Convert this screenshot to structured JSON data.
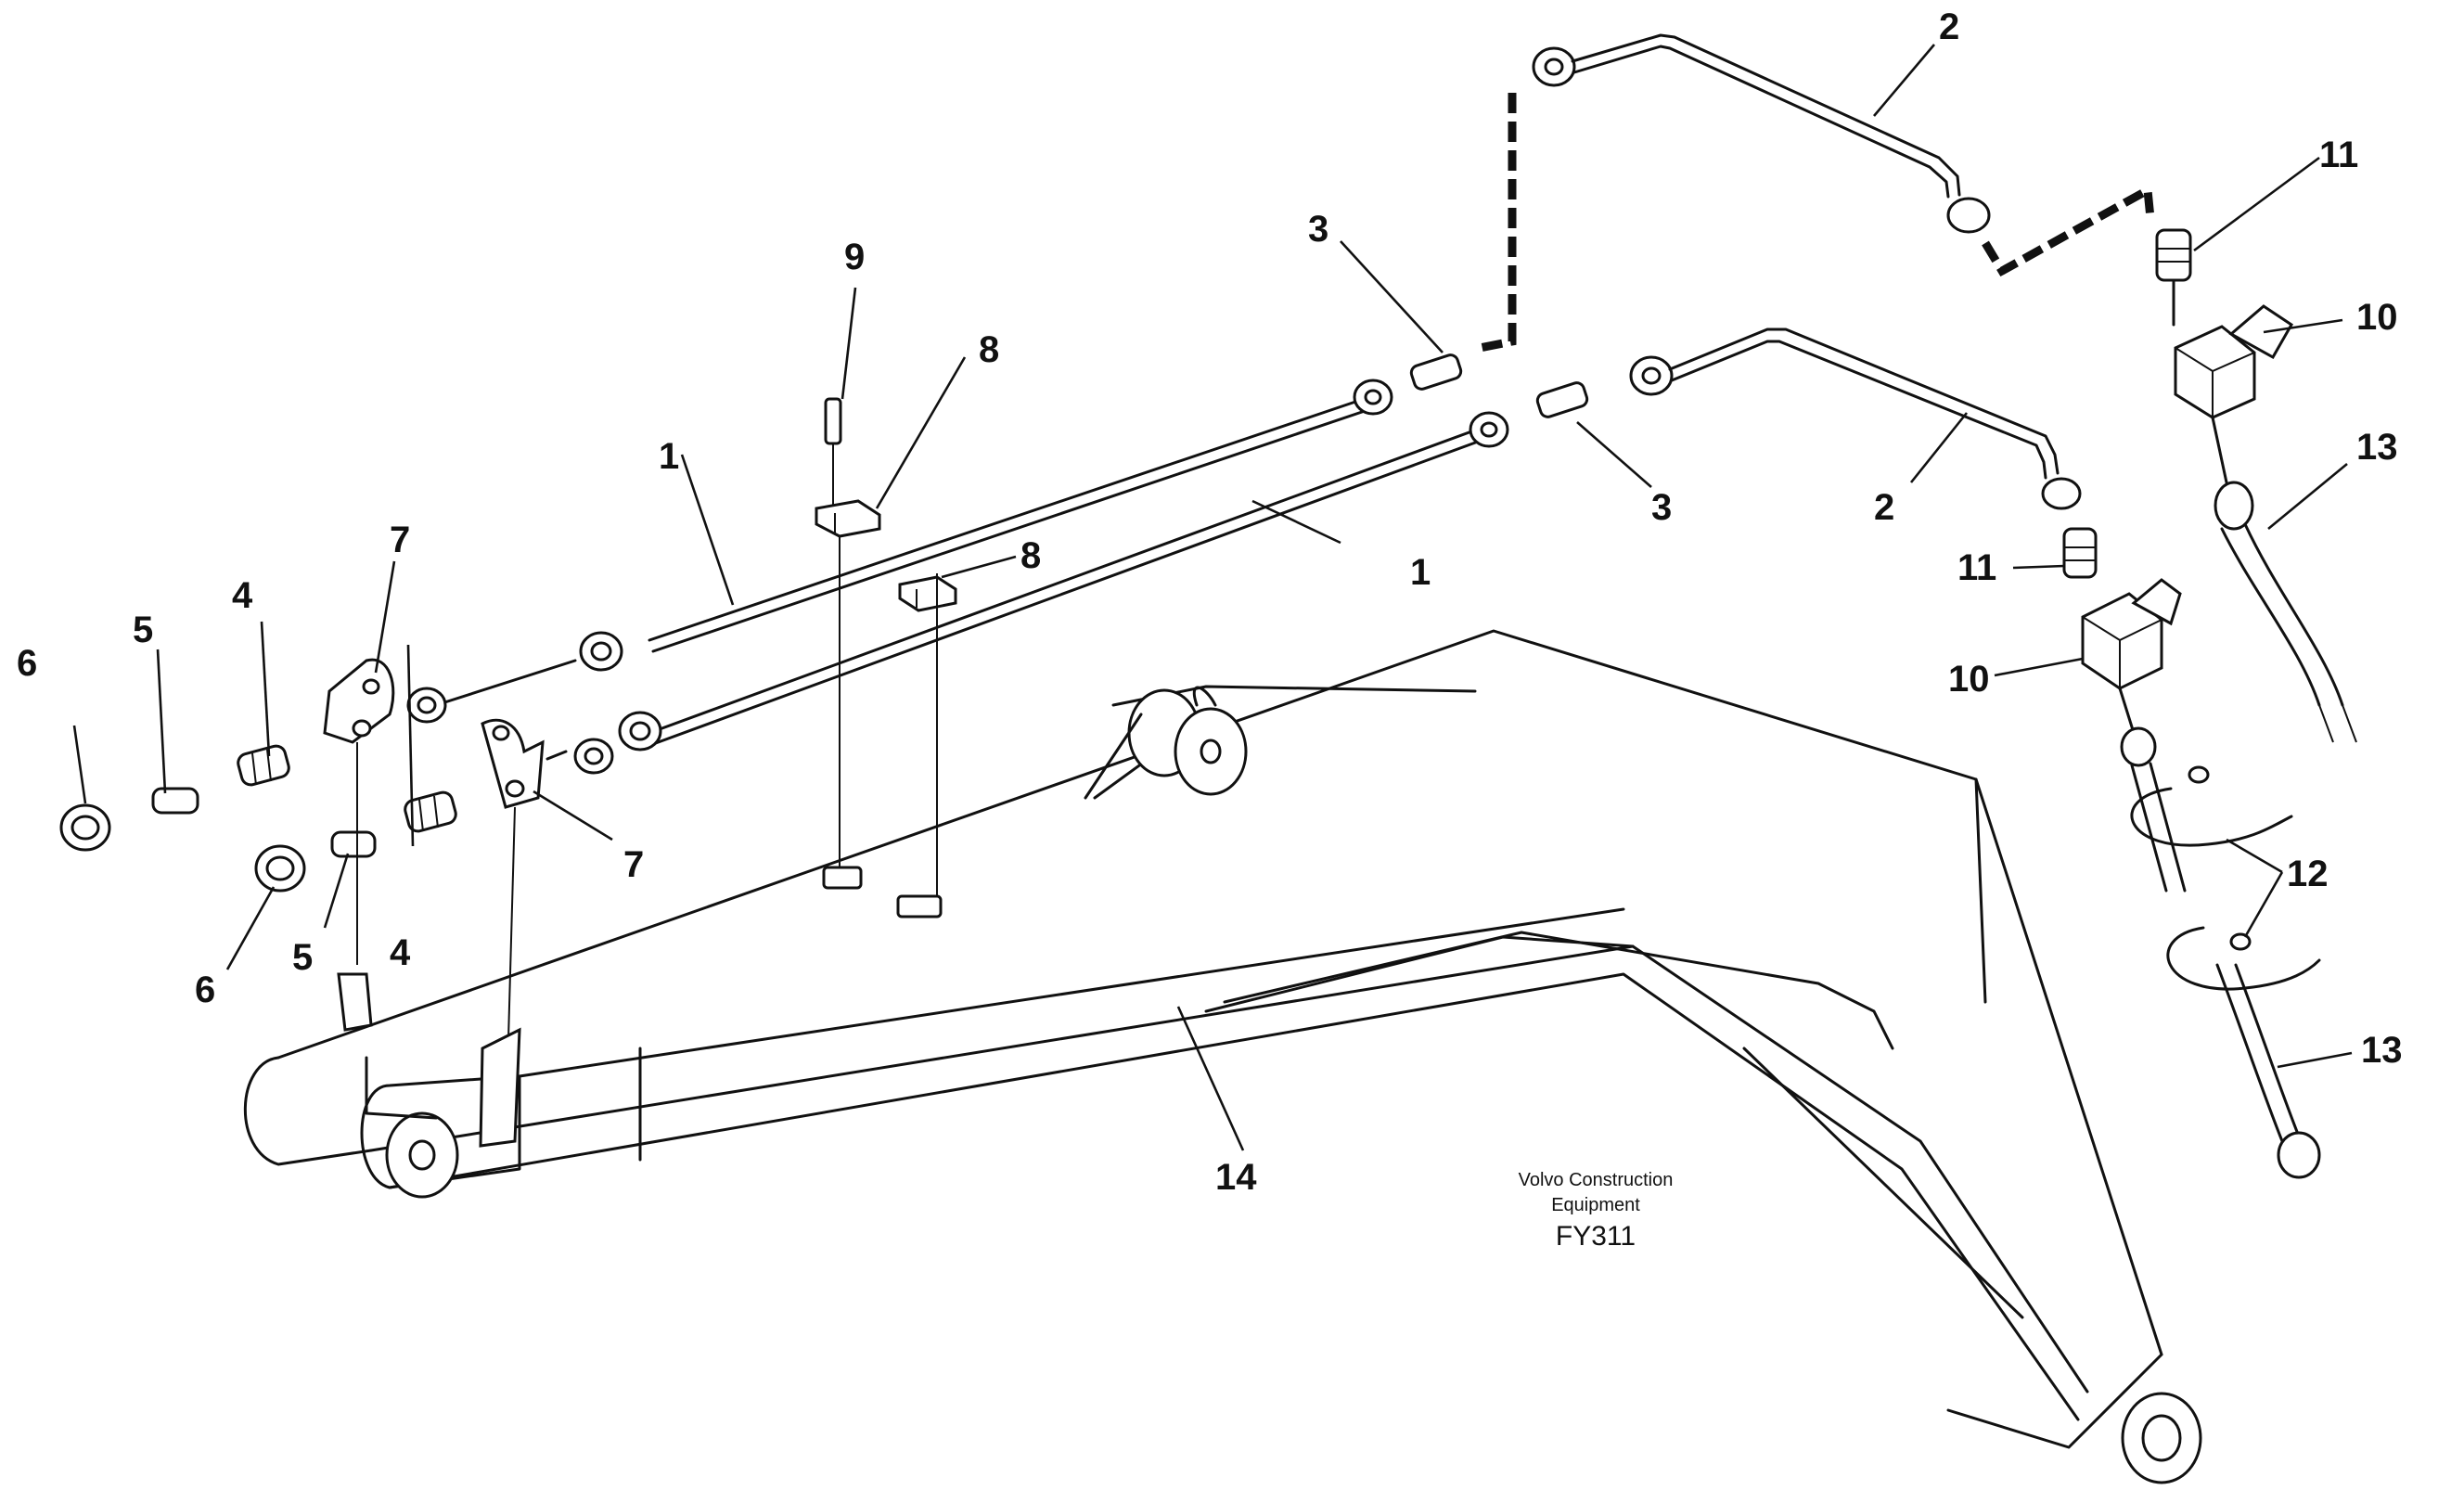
{
  "callouts": {
    "c1a": "1",
    "c1b": "1",
    "c2a": "2",
    "c2b": "2",
    "c3a": "3",
    "c3b": "3",
    "c4a": "4",
    "c4b": "4",
    "c5a": "5",
    "c5b": "5",
    "c6a": "6",
    "c6b": "6",
    "c7a": "7",
    "c7b": "7",
    "c8a": "8",
    "c8b": "8",
    "c9": "9",
    "c10a": "10",
    "c10b": "10",
    "c11a": "11",
    "c11b": "11",
    "c12": "12",
    "c13a": "13",
    "c13b": "13",
    "c14": "14"
  },
  "caption": {
    "line1": "Volvo Construction",
    "line2": "Equipment",
    "code": "FY311"
  }
}
